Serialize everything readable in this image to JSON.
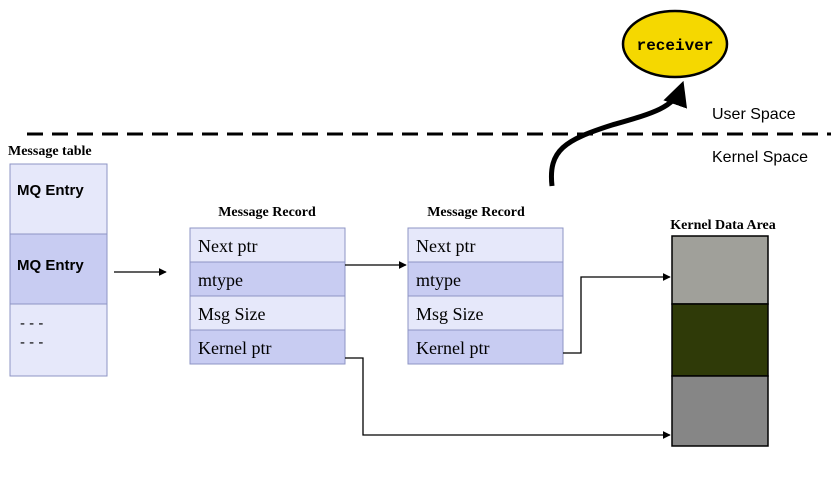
{
  "receiver": {
    "label": "receiver",
    "fill": "#f5d800"
  },
  "spaces": {
    "user": "User Space",
    "kernel": "Kernel Space"
  },
  "message_table": {
    "title": "Message table",
    "entries": [
      "MQ Entry",
      "MQ Entry"
    ],
    "ellipsis": [
      "- - -",
      "- - -"
    ]
  },
  "records": [
    {
      "title": "Message Record",
      "fields": [
        "Next ptr",
        "mtype",
        "Msg Size",
        "Kernel ptr"
      ]
    },
    {
      "title": "Message Record",
      "fields": [
        "Next ptr",
        "mtype",
        "Msg Size",
        "Kernel ptr"
      ]
    }
  ],
  "kernel_data_area": {
    "title": "Kernel Data Area",
    "block_colors": [
      "#a0a09a",
      "#2f3a08",
      "#868686"
    ]
  },
  "colors": {
    "cell_light": "#e6e8fa",
    "cell_dark": "#c8ccf2",
    "cell_border": "#8e94c4"
  }
}
